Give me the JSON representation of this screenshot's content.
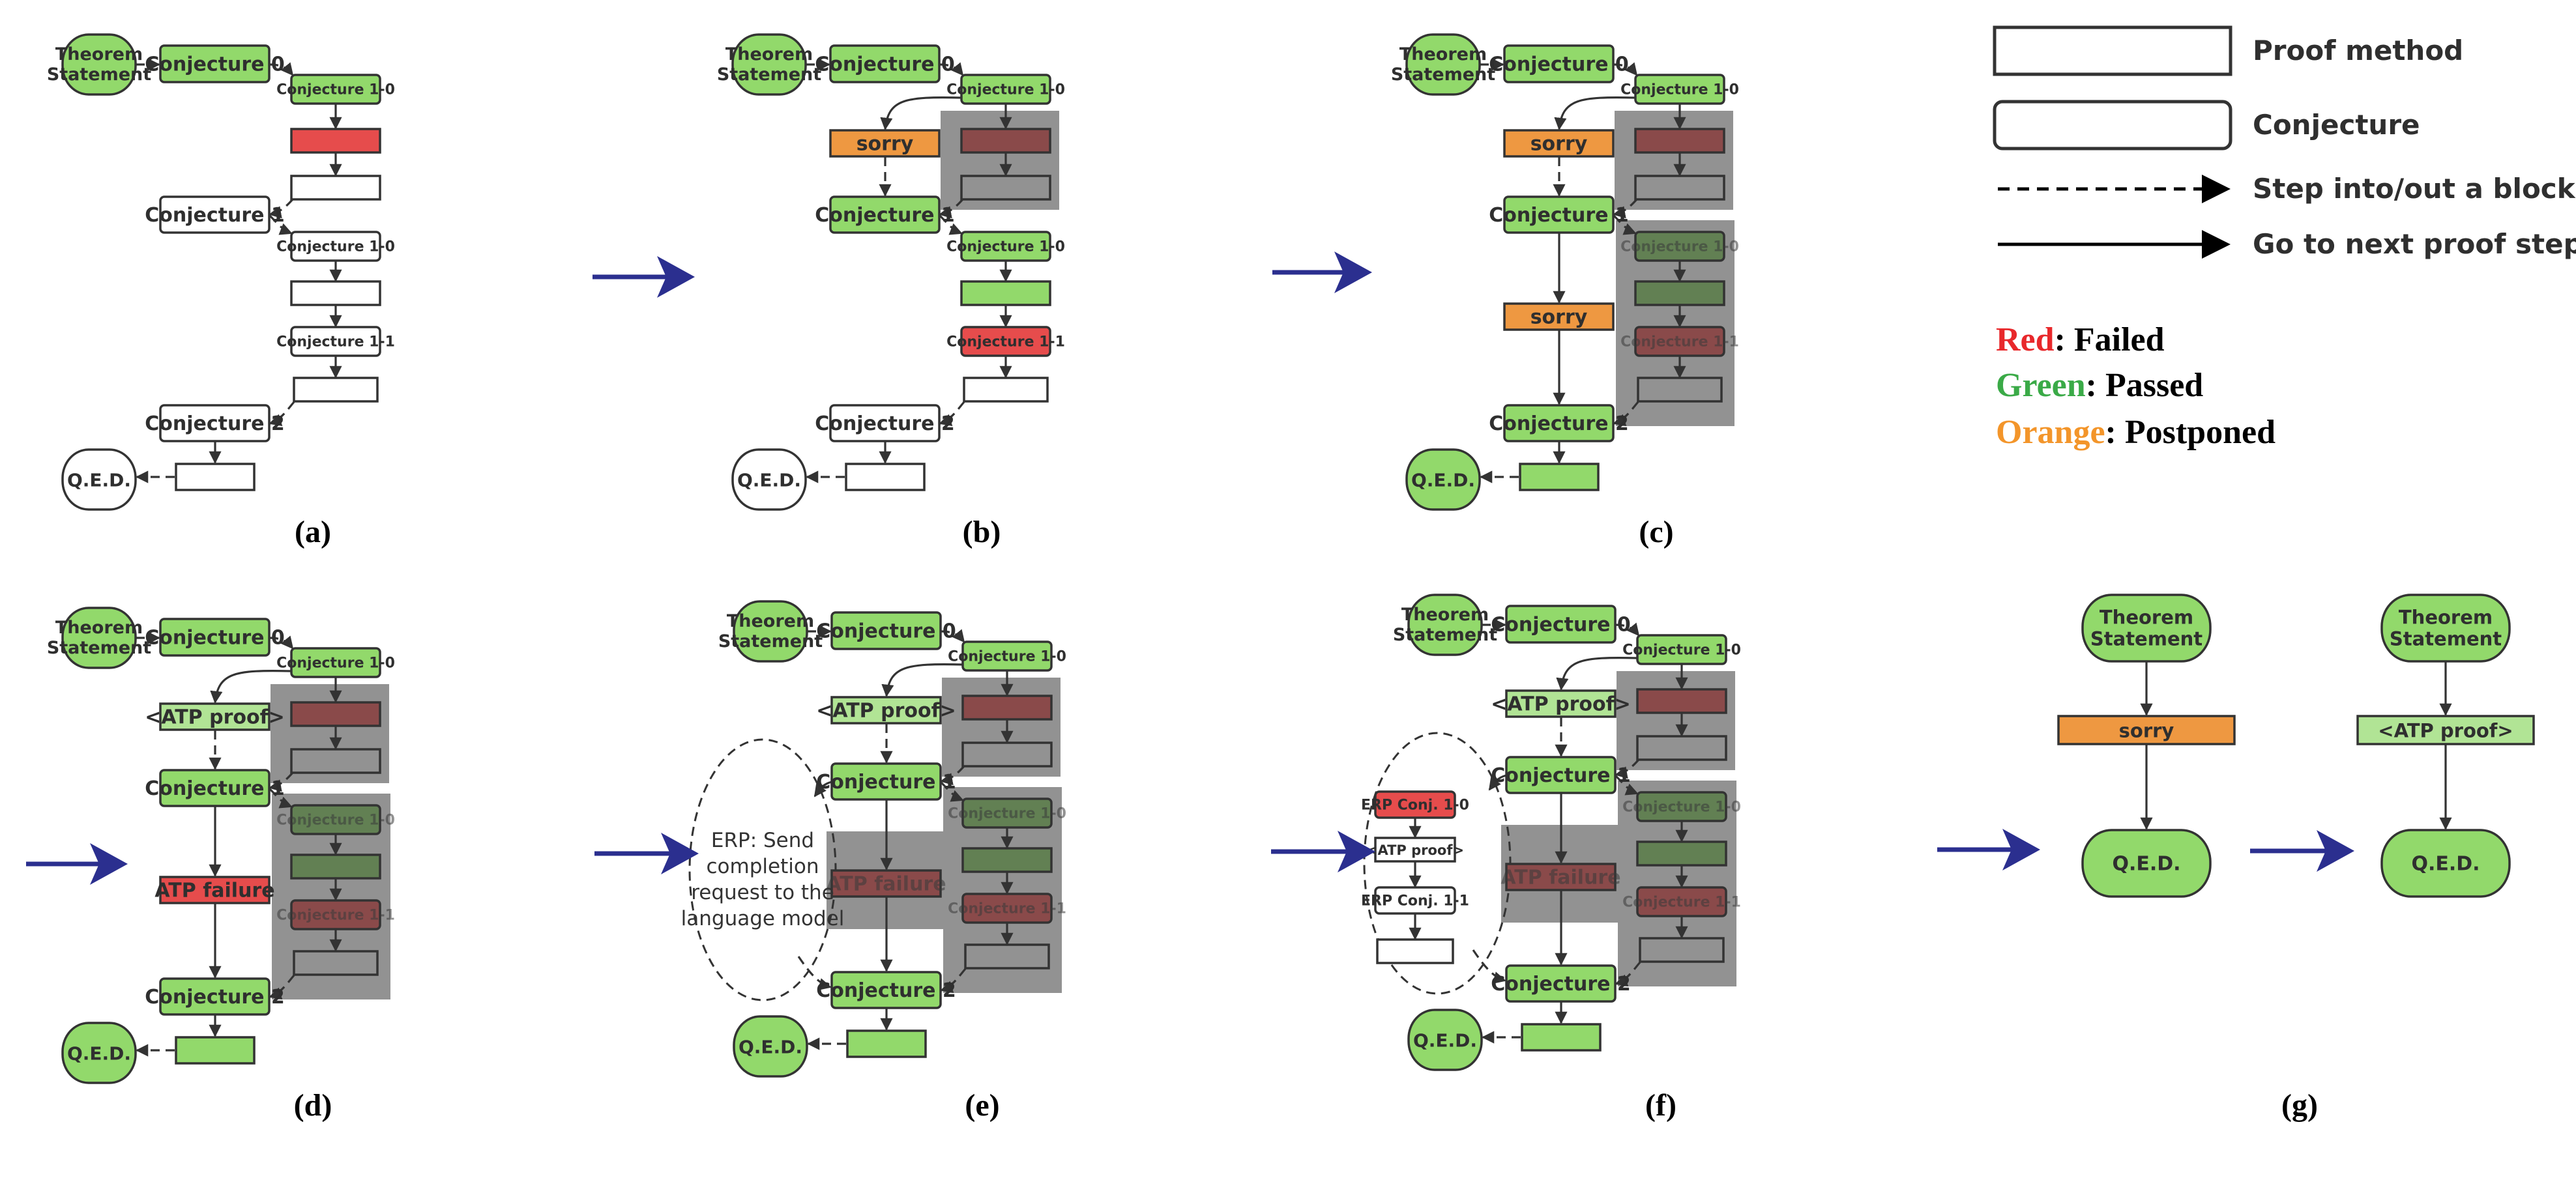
{
  "figure": {
    "colors": {
      "green": "#92d96b",
      "light_green": "#b1e495",
      "red": "#e64c4c",
      "orange": "#ee9841",
      "white": "#ffffff",
      "dim_overlay": "#929292",
      "dim_red": "#8a4a4a",
      "dim_green": "#628053",
      "stroke": "#333333",
      "transition_arrow": "#2b2f8f",
      "legend_red": "#e8282b",
      "legend_green": "#3aaa47",
      "legend_orange": "#f3952a"
    },
    "labels": {
      "theorem": "Theorem Statement",
      "theorem_line1": "Theorem",
      "theorem_line2": "Statement",
      "qed": "Q.E.D.",
      "conj0": "Conjecture 0",
      "conj1": "Conjecture 1",
      "conj2": "Conjecture 2",
      "conj10": "Conjecture 1-0",
      "conj11": "Conjecture 1-1",
      "sorry": "sorry",
      "atp_proof": "<ATP proof>",
      "atp_failure": "ATP failure",
      "erp_conj10": "ERP Conj. 1-0",
      "erp_conj11": "ERP Conj. 1-1",
      "erp_note_lines": [
        "ERP: Send",
        "completion",
        "request to the",
        "language model"
      ]
    },
    "panels": [
      {
        "id": "a",
        "caption": "(a)"
      },
      {
        "id": "b",
        "caption": "(b)"
      },
      {
        "id": "c",
        "caption": "(c)"
      },
      {
        "id": "d",
        "caption": "(d)"
      },
      {
        "id": "e",
        "caption": "(e)"
      },
      {
        "id": "f",
        "caption": "(f)"
      },
      {
        "id": "g",
        "caption": "(g)"
      }
    ]
  },
  "legend": {
    "shapes": [
      {
        "kind": "proof-method",
        "label": "Proof method"
      },
      {
        "kind": "conjecture",
        "label": "Conjecture"
      },
      {
        "kind": "dashed-arrow",
        "label": "Step into/out a block"
      },
      {
        "kind": "solid-arrow",
        "label": "Go to next proof step"
      }
    ],
    "status": [
      {
        "color_word": "Red",
        "meaning": ": Failed",
        "color": "#e8282b"
      },
      {
        "color_word": "Green",
        "meaning": ": Passed",
        "color": "#3aaa47"
      },
      {
        "color_word": "Orange",
        "meaning": ": Postponed",
        "color": "#f3952a"
      }
    ]
  }
}
